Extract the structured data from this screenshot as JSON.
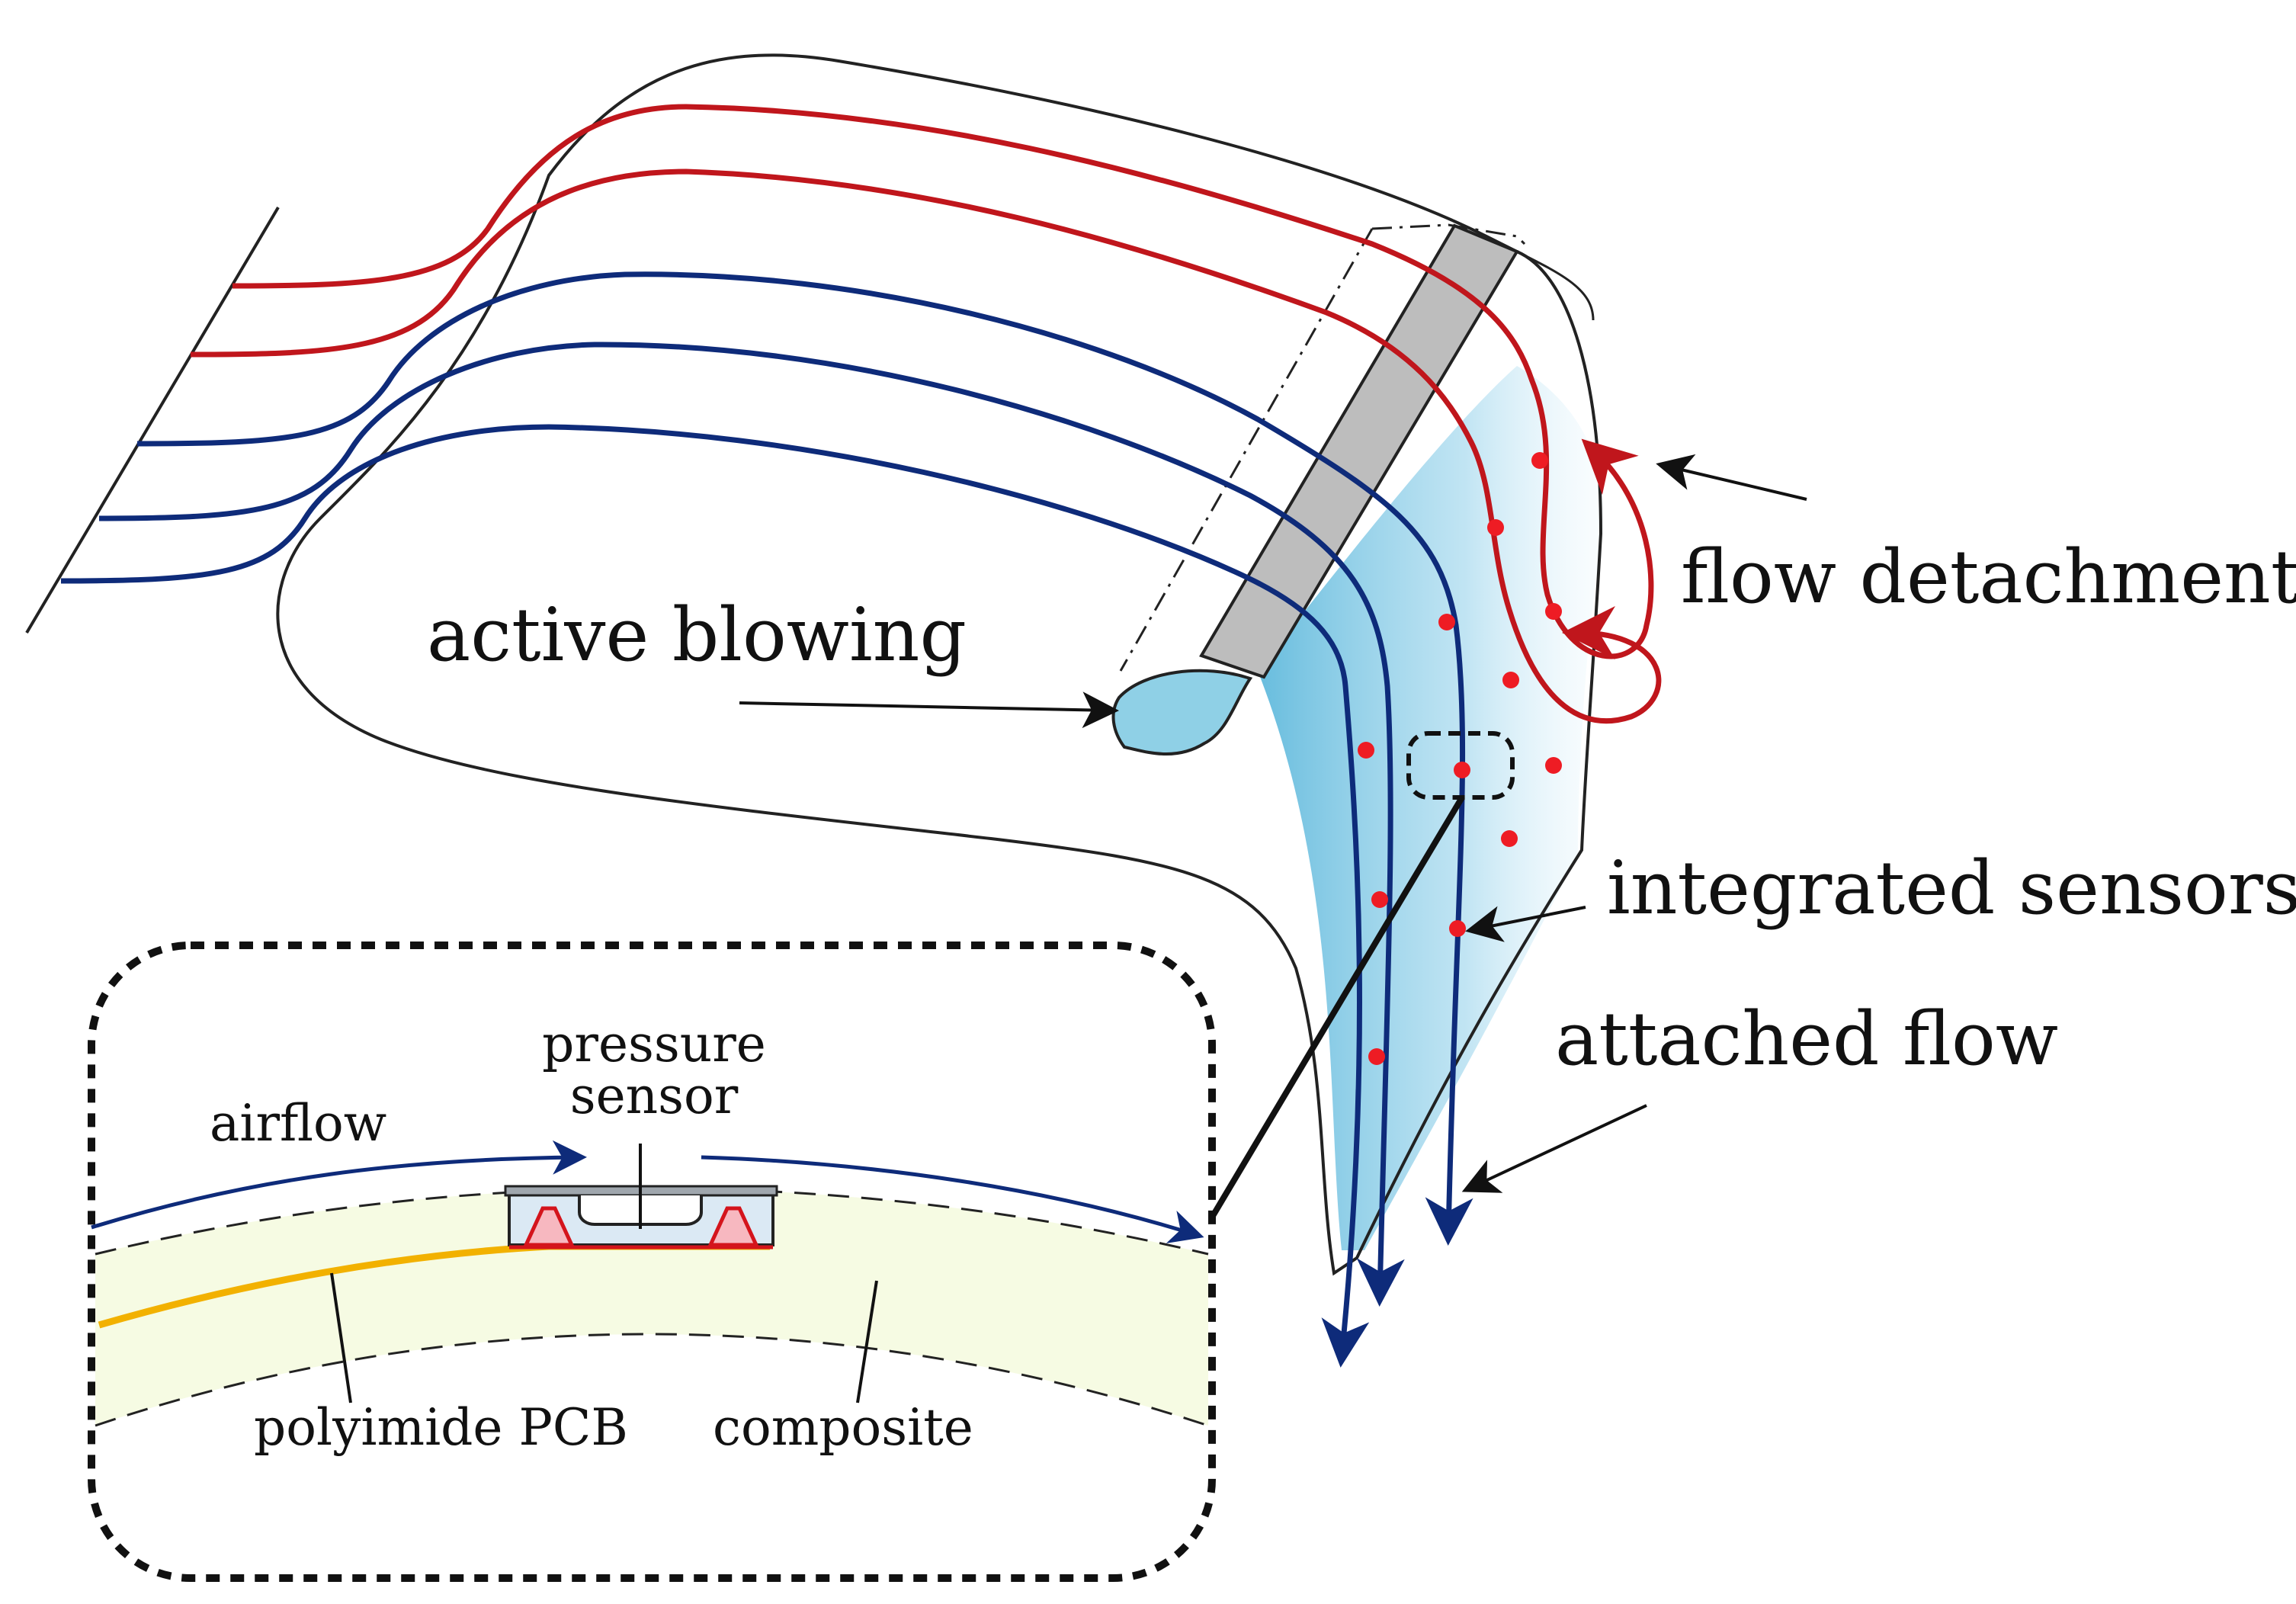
{
  "labels": {
    "active_blowing": "active blowing",
    "flow_detachment": "flow detachment",
    "integrated_sensors": "integrated sensors",
    "attached_flow": "attached flow",
    "airflow": "airflow",
    "pressure_sensor_line1": "pressure",
    "pressure_sensor_line2": "sensor",
    "polyimide_pcb": "polyimide PCB",
    "composite": "composite"
  },
  "colors": {
    "detached_streamline": "#c0161c",
    "attached_streamline": "#0e2b7a",
    "sensor_dot": "#ee1c24",
    "flap_shade": "#5fb9dc",
    "blowing_jet": "#8fd0e6",
    "slot_plate": "#bdbdbd",
    "composite_layer": "#f6fbe3",
    "pcb_trace": "#f2b100",
    "outline": "#222222"
  },
  "icons": {
    "sensor_marker": "red-dot-icon",
    "pointer": "arrow-icon"
  }
}
